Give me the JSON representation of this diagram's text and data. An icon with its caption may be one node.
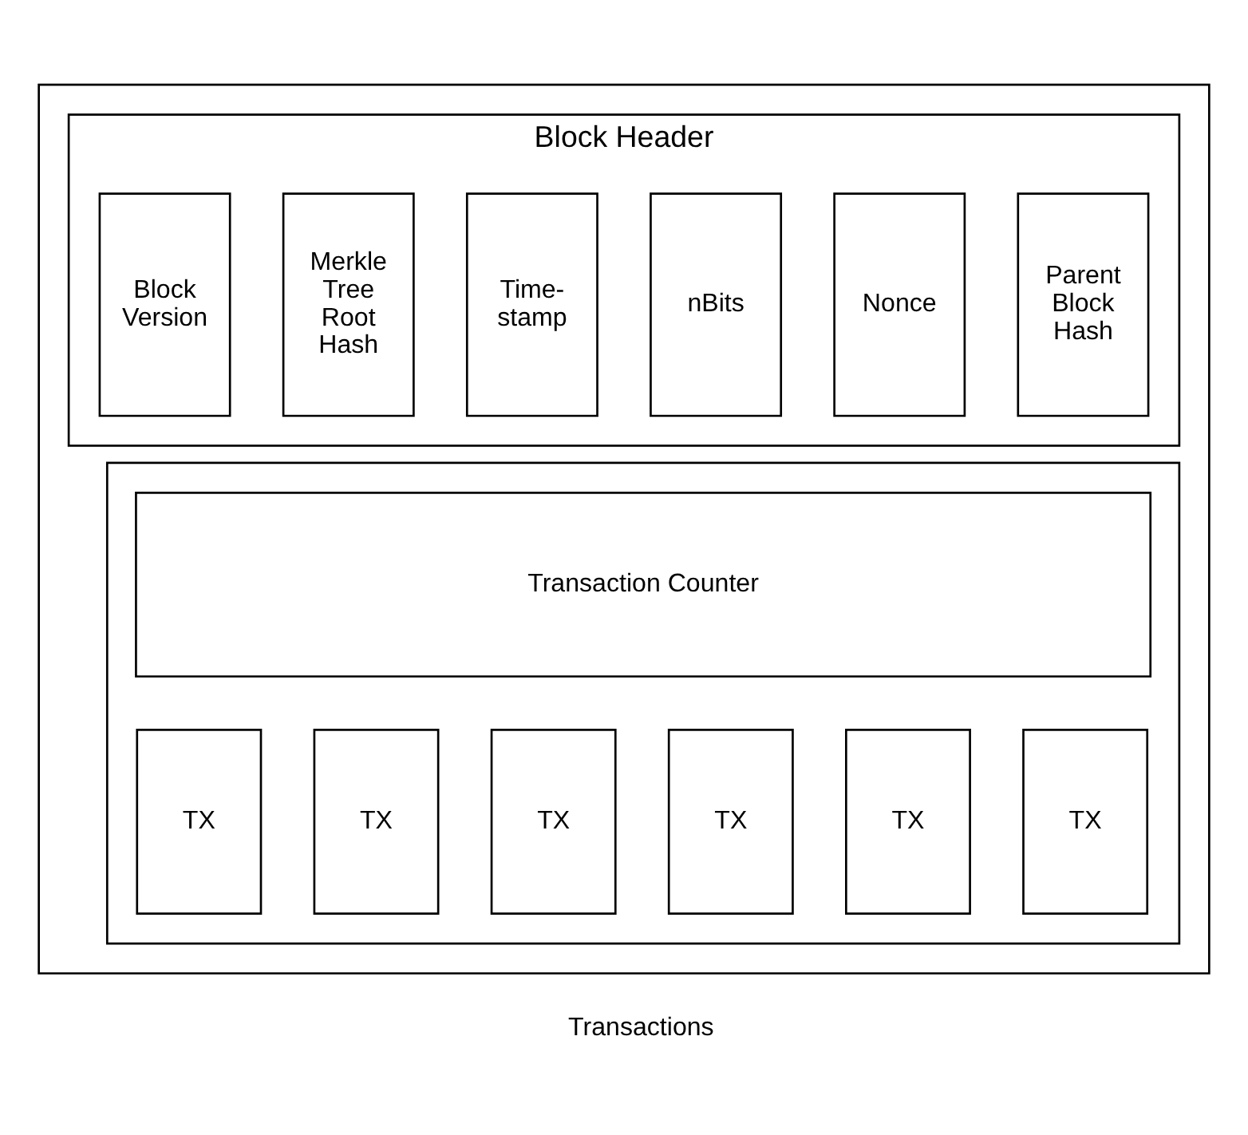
{
  "diagram": {
    "nodes": [
      {
        "text": [],
        "shape": "box"
      },
      {
        "text": [
          "Block Header"
        ],
        "in": 0
      },
      {
        "text": [
          "Block Version"
        ],
        "in": 1
      },
      {
        "text": [
          "Merkle Tree Root Hash"
        ],
        "in": 1
      },
      {
        "text": [
          "Time- stamp"
        ],
        "in": 1
      },
      {
        "text": [
          "nBits"
        ],
        "in": 1
      },
      {
        "text": [
          "Nonce"
        ],
        "in": 1
      },
      {
        "text": [
          "Parent Block Hash"
        ],
        "in": 1
      },
      {
        "text": [],
        "shape": "box",
        "in": 0
      },
      {
        "text": [
          "Transaction Counter"
        ],
        "in": 8
      },
      {
        "text": [
          "TX"
        ],
        "in": 8
      },
      {
        "text": [
          "TX"
        ],
        "in": 8
      },
      {
        "text": [
          "TX"
        ],
        "in": 8
      },
      {
        "text": [
          "TX"
        ],
        "in": 8
      },
      {
        "text": [
          "TX"
        ],
        "in": 8
      },
      {
        "text": [
          "TX"
        ],
        "in": 8
      }
    ],
    "edges": [],
    "labels": [
      "Transactions"
    ]
  }
}
